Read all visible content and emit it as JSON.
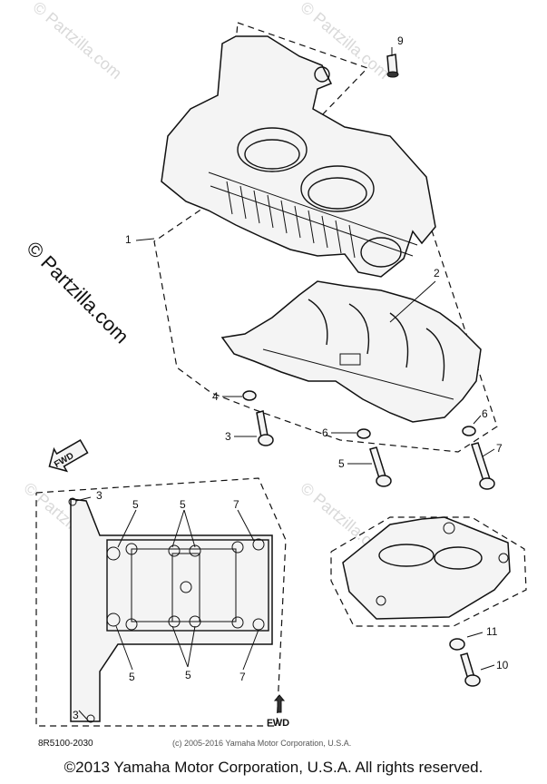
{
  "watermark": {
    "text": "© Partzilla.com"
  },
  "callouts": {
    "c1": "1",
    "c2": "2",
    "c3a": "3",
    "c4": "4",
    "c5a": "5",
    "c6a": "6",
    "c6b": "6",
    "c7a": "7",
    "c9": "9",
    "c10": "10",
    "c11": "11",
    "d3a": "3",
    "d3b": "3",
    "d5a": "5",
    "d5b": "5",
    "d5c": "5",
    "d5d": "5",
    "d7a": "7",
    "d7b": "7"
  },
  "fwd_top": "FWD",
  "fwd_bottom": "FWD",
  "part_code": "8R5100-2030",
  "small_copyright": "(c) 2005-2016 Yamaha Motor Corporation, U.S.A.",
  "footer_copyright": "©2013 Yamaha Motor Corporation, U.S.A. All rights reserved."
}
